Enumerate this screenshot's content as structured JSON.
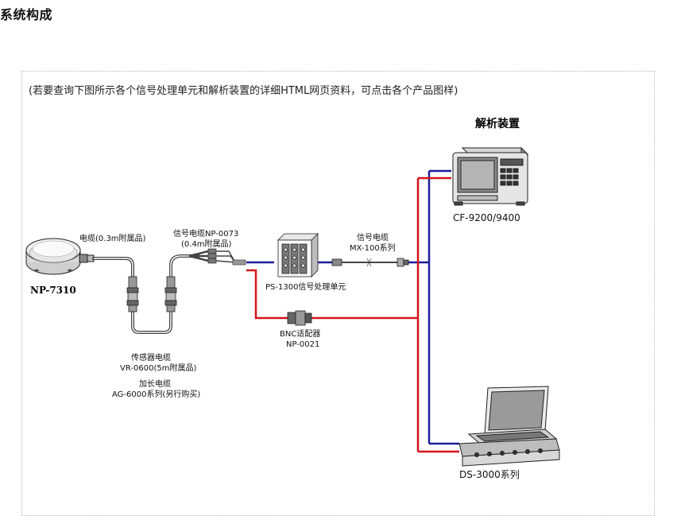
{
  "page": {
    "heading": "系统构成",
    "note": "(若要查询下图所示各个信号处理单元和解析装置的详细HTML网页资料，可点击各个产品图样)"
  },
  "diagram": {
    "analysis_title": "解析装置",
    "sensor_name": "NP-7310",
    "cable_03": "电缆(0.3m附属品)",
    "signal_cable_np_line1": "信号电缆NP-0073",
    "signal_cable_np_line2": "(0.4m附属品)",
    "sensor_cable_line1": "传感器电缆",
    "sensor_cable_line2": "VR-0600(5m附属品)",
    "ext_cable_line1": "加长电缆",
    "ext_cable_line2": "AG-6000系列(另行购买)",
    "ps_unit": "PS-1300信号处理单元",
    "mx_line1": "信号电缆",
    "mx_line2": "MX-100系列",
    "bnc_line1": "BNC适配器",
    "bnc_line2": "NP-0021",
    "cf_name": "CF-9200/9400",
    "ds_name": "DS-3000系列"
  },
  "colors": {
    "blue_line": "#1a1f9a",
    "red_line": "#d4141c"
  }
}
